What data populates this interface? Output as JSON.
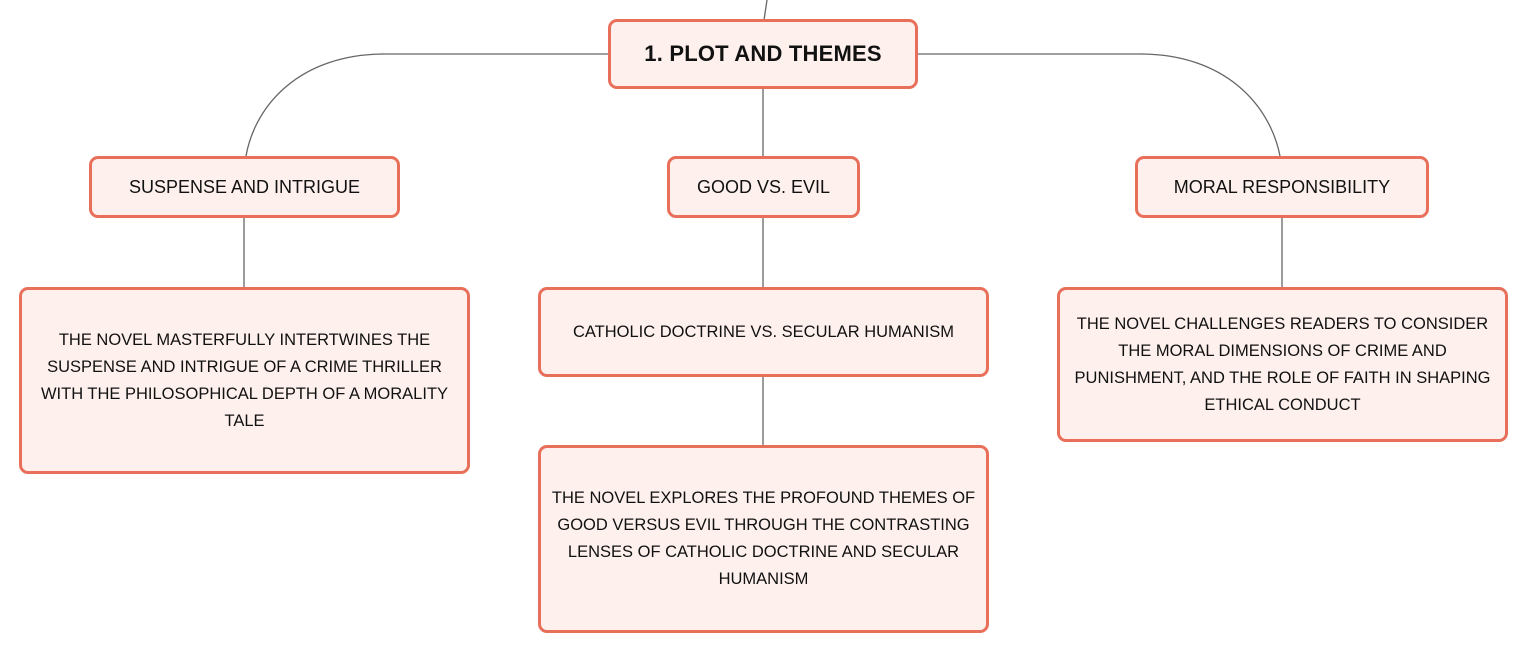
{
  "diagram": {
    "root": {
      "label": "1. PLOT AND THEMES"
    },
    "branches": [
      {
        "label": "SUSPENSE AND INTRIGUE",
        "children": [
          {
            "label": "THE NOVEL MASTERFULLY INTERTWINES THE SUSPENSE AND INTRIGUE OF A CRIME THRILLER WITH THE PHILOSOPHICAL DEPTH OF A MORALITY TALE"
          }
        ]
      },
      {
        "label": "GOOD VS. EVIL",
        "children": [
          {
            "label": "CATHOLIC DOCTRINE VS. SECULAR HUMANISM",
            "children": [
              {
                "label": "THE NOVEL EXPLORES THE PROFOUND THEMES OF GOOD VERSUS EVIL THROUGH THE CONTRASTING LENSES OF CATHOLIC DOCTRINE AND SECULAR HUMANISM"
              }
            ]
          }
        ]
      },
      {
        "label": "MORAL RESPONSIBILITY",
        "children": [
          {
            "label": "THE NOVEL CHALLENGES READERS TO CONSIDER THE MORAL DIMENSIONS OF CRIME AND PUNISHMENT, AND THE ROLE OF FAITH IN SHAPING ETHICAL CONDUCT"
          }
        ]
      }
    ],
    "colors": {
      "node_border": "#e8705a",
      "node_fill": "#fdf0ed",
      "connector": "#666666"
    }
  }
}
